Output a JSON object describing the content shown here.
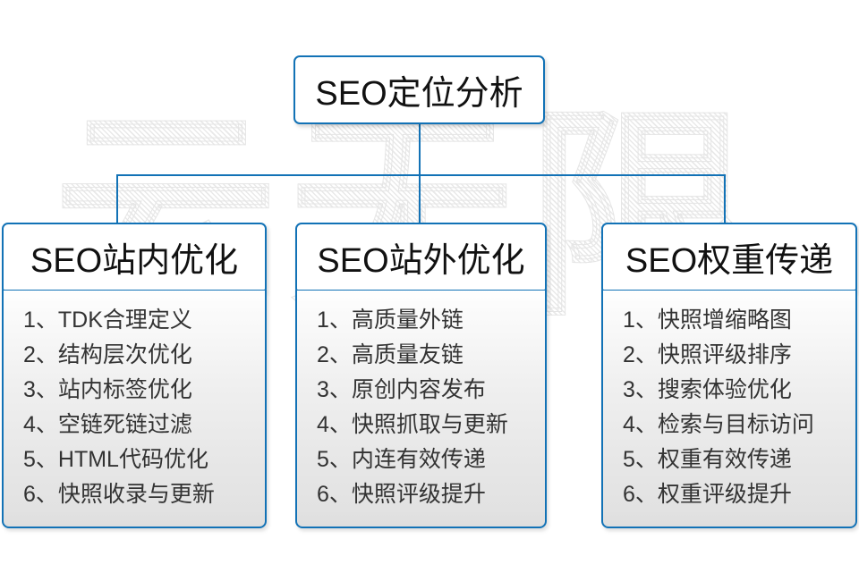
{
  "watermark": {
    "text": "云无限"
  },
  "colors": {
    "border_blue": "#1272b6",
    "connector_blue": "#1272b6",
    "text_dark": "#111111",
    "text_body": "#333333",
    "panel_top": "#ffffff",
    "panel_bottom": "#dedede"
  },
  "root": {
    "label": "SEO定位分析"
  },
  "branches": [
    {
      "title": "SEO站内优化",
      "items": [
        {
          "num": "1、",
          "text": "TDK合理定义"
        },
        {
          "num": "2、",
          "text": "结构层次优化"
        },
        {
          "num": "3、",
          "text": "站内标签优化"
        },
        {
          "num": "4、",
          "text": "空链死链过滤"
        },
        {
          "num": "5、",
          "text": "HTML代码优化"
        },
        {
          "num": "6、",
          "text": "快照收录与更新"
        }
      ]
    },
    {
      "title": "SEO站外优化",
      "items": [
        {
          "num": "1、",
          "text": "高质量外链"
        },
        {
          "num": "2、",
          "text": "高质量友链"
        },
        {
          "num": "3、",
          "text": "原创内容发布"
        },
        {
          "num": "4、",
          "text": "快照抓取与更新"
        },
        {
          "num": "5、",
          "text": "内连有效传递"
        },
        {
          "num": "6、",
          "text": "快照评级提升"
        }
      ]
    },
    {
      "title": "SEO权重传递",
      "items": [
        {
          "num": "1、",
          "text": "快照增缩略图"
        },
        {
          "num": "2、",
          "text": "快照评级排序"
        },
        {
          "num": "3、",
          "text": "搜索体验优化"
        },
        {
          "num": "4、",
          "text": "检索与目标访问"
        },
        {
          "num": "5、",
          "text": "权重有效传递"
        },
        {
          "num": "6、",
          "text": "权重评级提升"
        }
      ]
    }
  ]
}
